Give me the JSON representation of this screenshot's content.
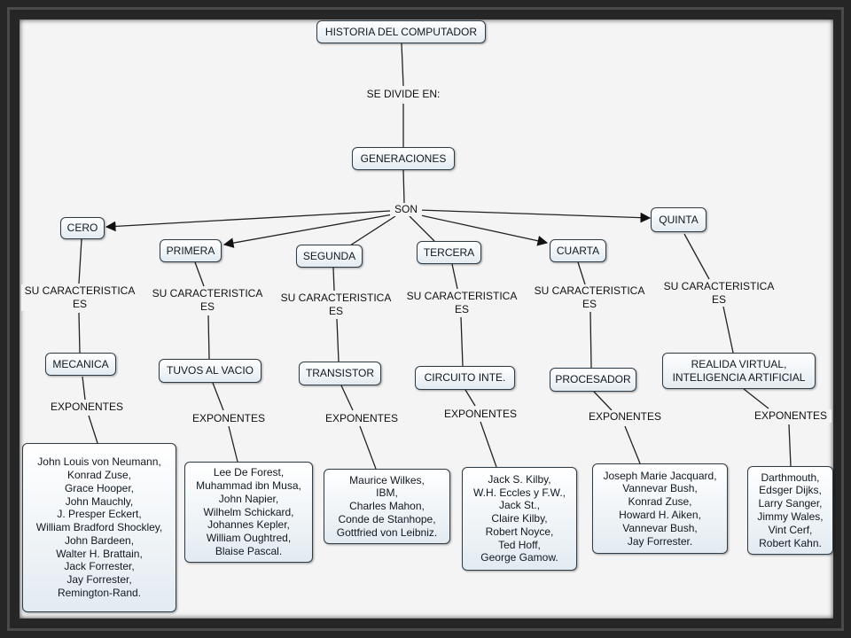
{
  "root": "HISTORIA DEL COMPUTADOR",
  "link_divide": "SE DIVIDE EN:",
  "generaciones": "GENERACIONES",
  "link_son": "SON",
  "link_caracteristica": "SU CARACTERISTICA\nES",
  "link_exponentes": "EXPONENTES",
  "columns": [
    {
      "generation": "CERO",
      "characteristic": "MECANICA",
      "exponents": "John Louis von Neumann,\nKonrad Zuse,\nGrace Hooper,\nJohn Mauchly,\nJ. Presper Eckert,\nWilliam Bradford Shockley,\nJohn Bardeen,\nWalter H. Brattain,\nJack Forrester,\nJay Forrester,\nRemington-Rand."
    },
    {
      "generation": "PRIMERA",
      "characteristic": "TUVOS AL VACIO",
      "exponents": "Lee De Forest,\nMuhammad ibn Musa,\nJohn Napier,\nWilhelm Schickard,\nJohannes Kepler,\nWilliam Oughtred,\nBlaise Pascal."
    },
    {
      "generation": "SEGUNDA",
      "characteristic": "TRANSISTOR",
      "exponents": "Maurice Wilkes,\nIBM,\nCharles Mahon,\nConde de Stanhope,\nGottfried von Leibniz."
    },
    {
      "generation": "TERCERA",
      "characteristic": "CIRCUITO INTE.",
      "exponents": "Jack S. Kilby,\nW.H. Eccles y F.W.,\nJack St.,\nClaire Kilby,\nRobert Noyce,\nTed Hoff,\nGeorge Gamow."
    },
    {
      "generation": "CUARTA",
      "characteristic": "PROCESADOR",
      "exponents": "Joseph Marie Jacquard,\nVannevar Bush,\nKonrad Zuse,\nHoward H. Aiken,\nVannevar Bush,\nJay Forrester."
    },
    {
      "generation": "QUINTA",
      "characteristic": "REALIDA VIRTUAL,\nINTELIGENCIA ARTIFICIAL",
      "exponents": "Darthmouth,\nEdsger Dijks,\nLarry Sanger,\nJimmy Wales,\nVint Cerf,\nRobert Kahn."
    }
  ]
}
